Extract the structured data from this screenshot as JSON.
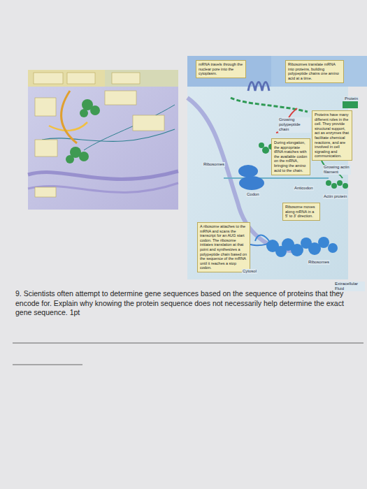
{
  "diagram": {
    "nodes": [
      {
        "text": [
          "mRNA travels through the nuclear pore into the cytoplasm."
        ]
      },
      {
        "text": [
          "Ribosomes translate mRNA into proteins, building polypeptide chains one amino acid at a time."
        ]
      },
      {
        "text": [
          "Proteins have many different roles in the cell. They provide structural support, act as enzymes that facilitate chemical reactions, and are involved in cell signaling and communication."
        ]
      },
      {
        "text": [
          "During elongation, the appropriate tRNA matches with the available codon on the mRNA, bringing the amino acid to the chain."
        ]
      },
      {
        "text": [
          "Ribosome moves along mRNA in a 5' to 3' direction."
        ]
      },
      {
        "text": [
          "A ribosome attaches to the mRNA and scans the transcript for an AUG start codon. The ribosome initiates translation at that point and synthesizes a polypeptide chain based on the sequence of the mRNA until it reaches a stop codon."
        ]
      }
    ],
    "labels": [
      "Protein",
      "Growing polypeptide chain",
      "Ribosomes",
      "Codon",
      "Anticodon",
      "Growing actin filament",
      "Actin protein",
      "Ribosomes",
      "Cytosol",
      "Extracellular Fluid",
      "9. Scientists often attempt to determine gene sequences based on the sequence of proteins that they encode for.  Explain why knowing the protein sequence does not necessarily help determine the exact gene sequence. 1pt"
    ]
  }
}
